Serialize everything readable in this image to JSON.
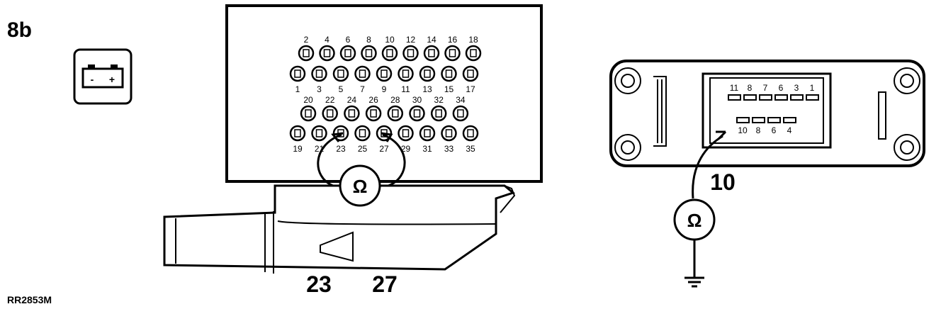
{
  "figure_label": "8b",
  "reference_code": "RR2853M",
  "battery_icon": {
    "name": "battery-disconnect-icon",
    "minus": "-",
    "plus": "+"
  },
  "ecu_connector": {
    "row1_top_labels": [
      "2",
      "4",
      "6",
      "8",
      "10",
      "12",
      "14",
      "16",
      "18"
    ],
    "row2_bottom_labels": [
      "1",
      "3",
      "5",
      "7",
      "9",
      "11",
      "13",
      "15",
      "17"
    ],
    "row3_top_labels": [
      "20",
      "22",
      "24",
      "26",
      "28",
      "30",
      "32",
      "34"
    ],
    "row4_bottom_labels": [
      "19",
      "21",
      "23",
      "25",
      "27",
      "29",
      "31",
      "33",
      "35"
    ],
    "ohmmeter_symbol": "Ω",
    "probe_pins": [
      "23",
      "27"
    ]
  },
  "relay_module": {
    "top_pin_labels": [
      "11",
      "8",
      "7",
      "6",
      "3",
      "1"
    ],
    "bottom_pin_labels": [
      "10",
      "8",
      "6",
      "4"
    ],
    "test_pin": "10",
    "ohmmeter_symbol": "Ω",
    "ground_icon": "ground-icon"
  }
}
